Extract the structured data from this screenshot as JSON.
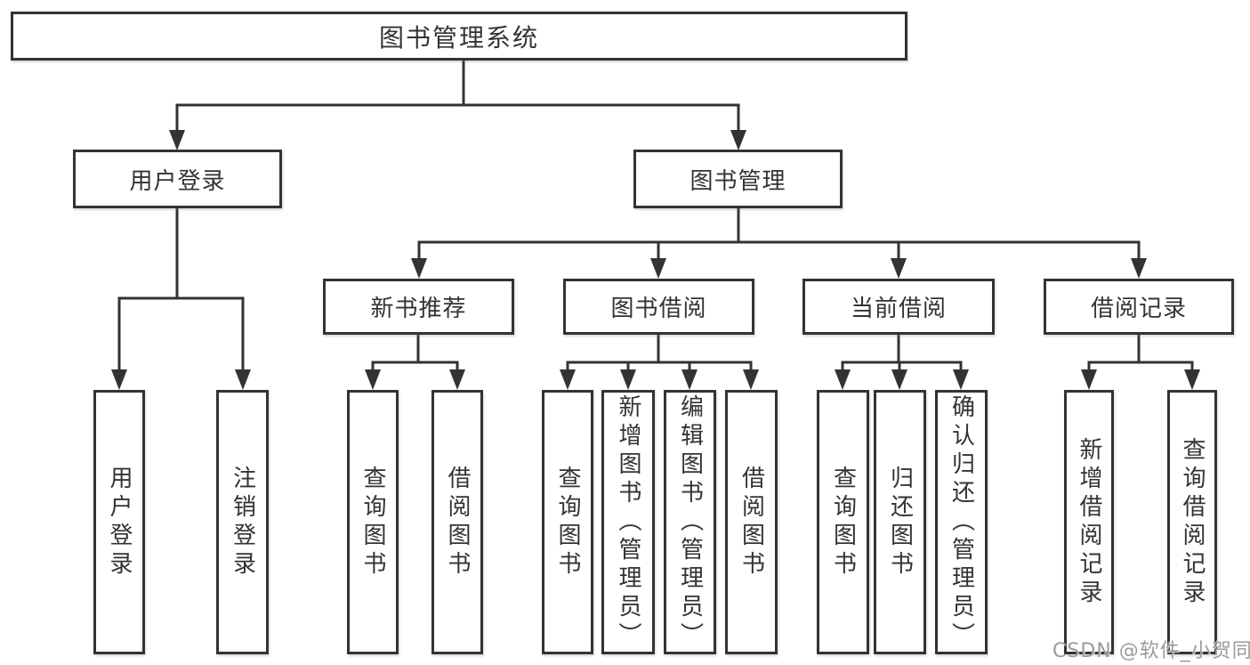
{
  "colors": {
    "line": "#333333",
    "text": "#333333",
    "watermark": "#9b9b9b",
    "bg": "#ffffff"
  },
  "tree": {
    "label": "图书管理系统",
    "children": [
      {
        "label": "用户登录",
        "children": [
          {
            "label": "用户登录"
          },
          {
            "label": "注销登录"
          }
        ]
      },
      {
        "label": "图书管理",
        "children": [
          {
            "label": "新书推荐",
            "children": [
              {
                "label": "查询图书"
              },
              {
                "label": "借阅图书"
              }
            ]
          },
          {
            "label": "图书借阅",
            "children": [
              {
                "label": "查询图书"
              },
              {
                "label": "新增图书（管理员）"
              },
              {
                "label": "编辑图书（管理员）"
              },
              {
                "label": "借阅图书"
              }
            ]
          },
          {
            "label": "当前借阅",
            "children": [
              {
                "label": "查询图书"
              },
              {
                "label": "归还图书"
              },
              {
                "label": "确认归还（管理员）"
              }
            ]
          },
          {
            "label": "借阅记录",
            "children": [
              {
                "label": "新增借阅记录"
              },
              {
                "label": "查询借阅记录"
              }
            ]
          }
        ]
      }
    ]
  },
  "watermark": {
    "text": "CSDN @软件_小贺同学"
  }
}
